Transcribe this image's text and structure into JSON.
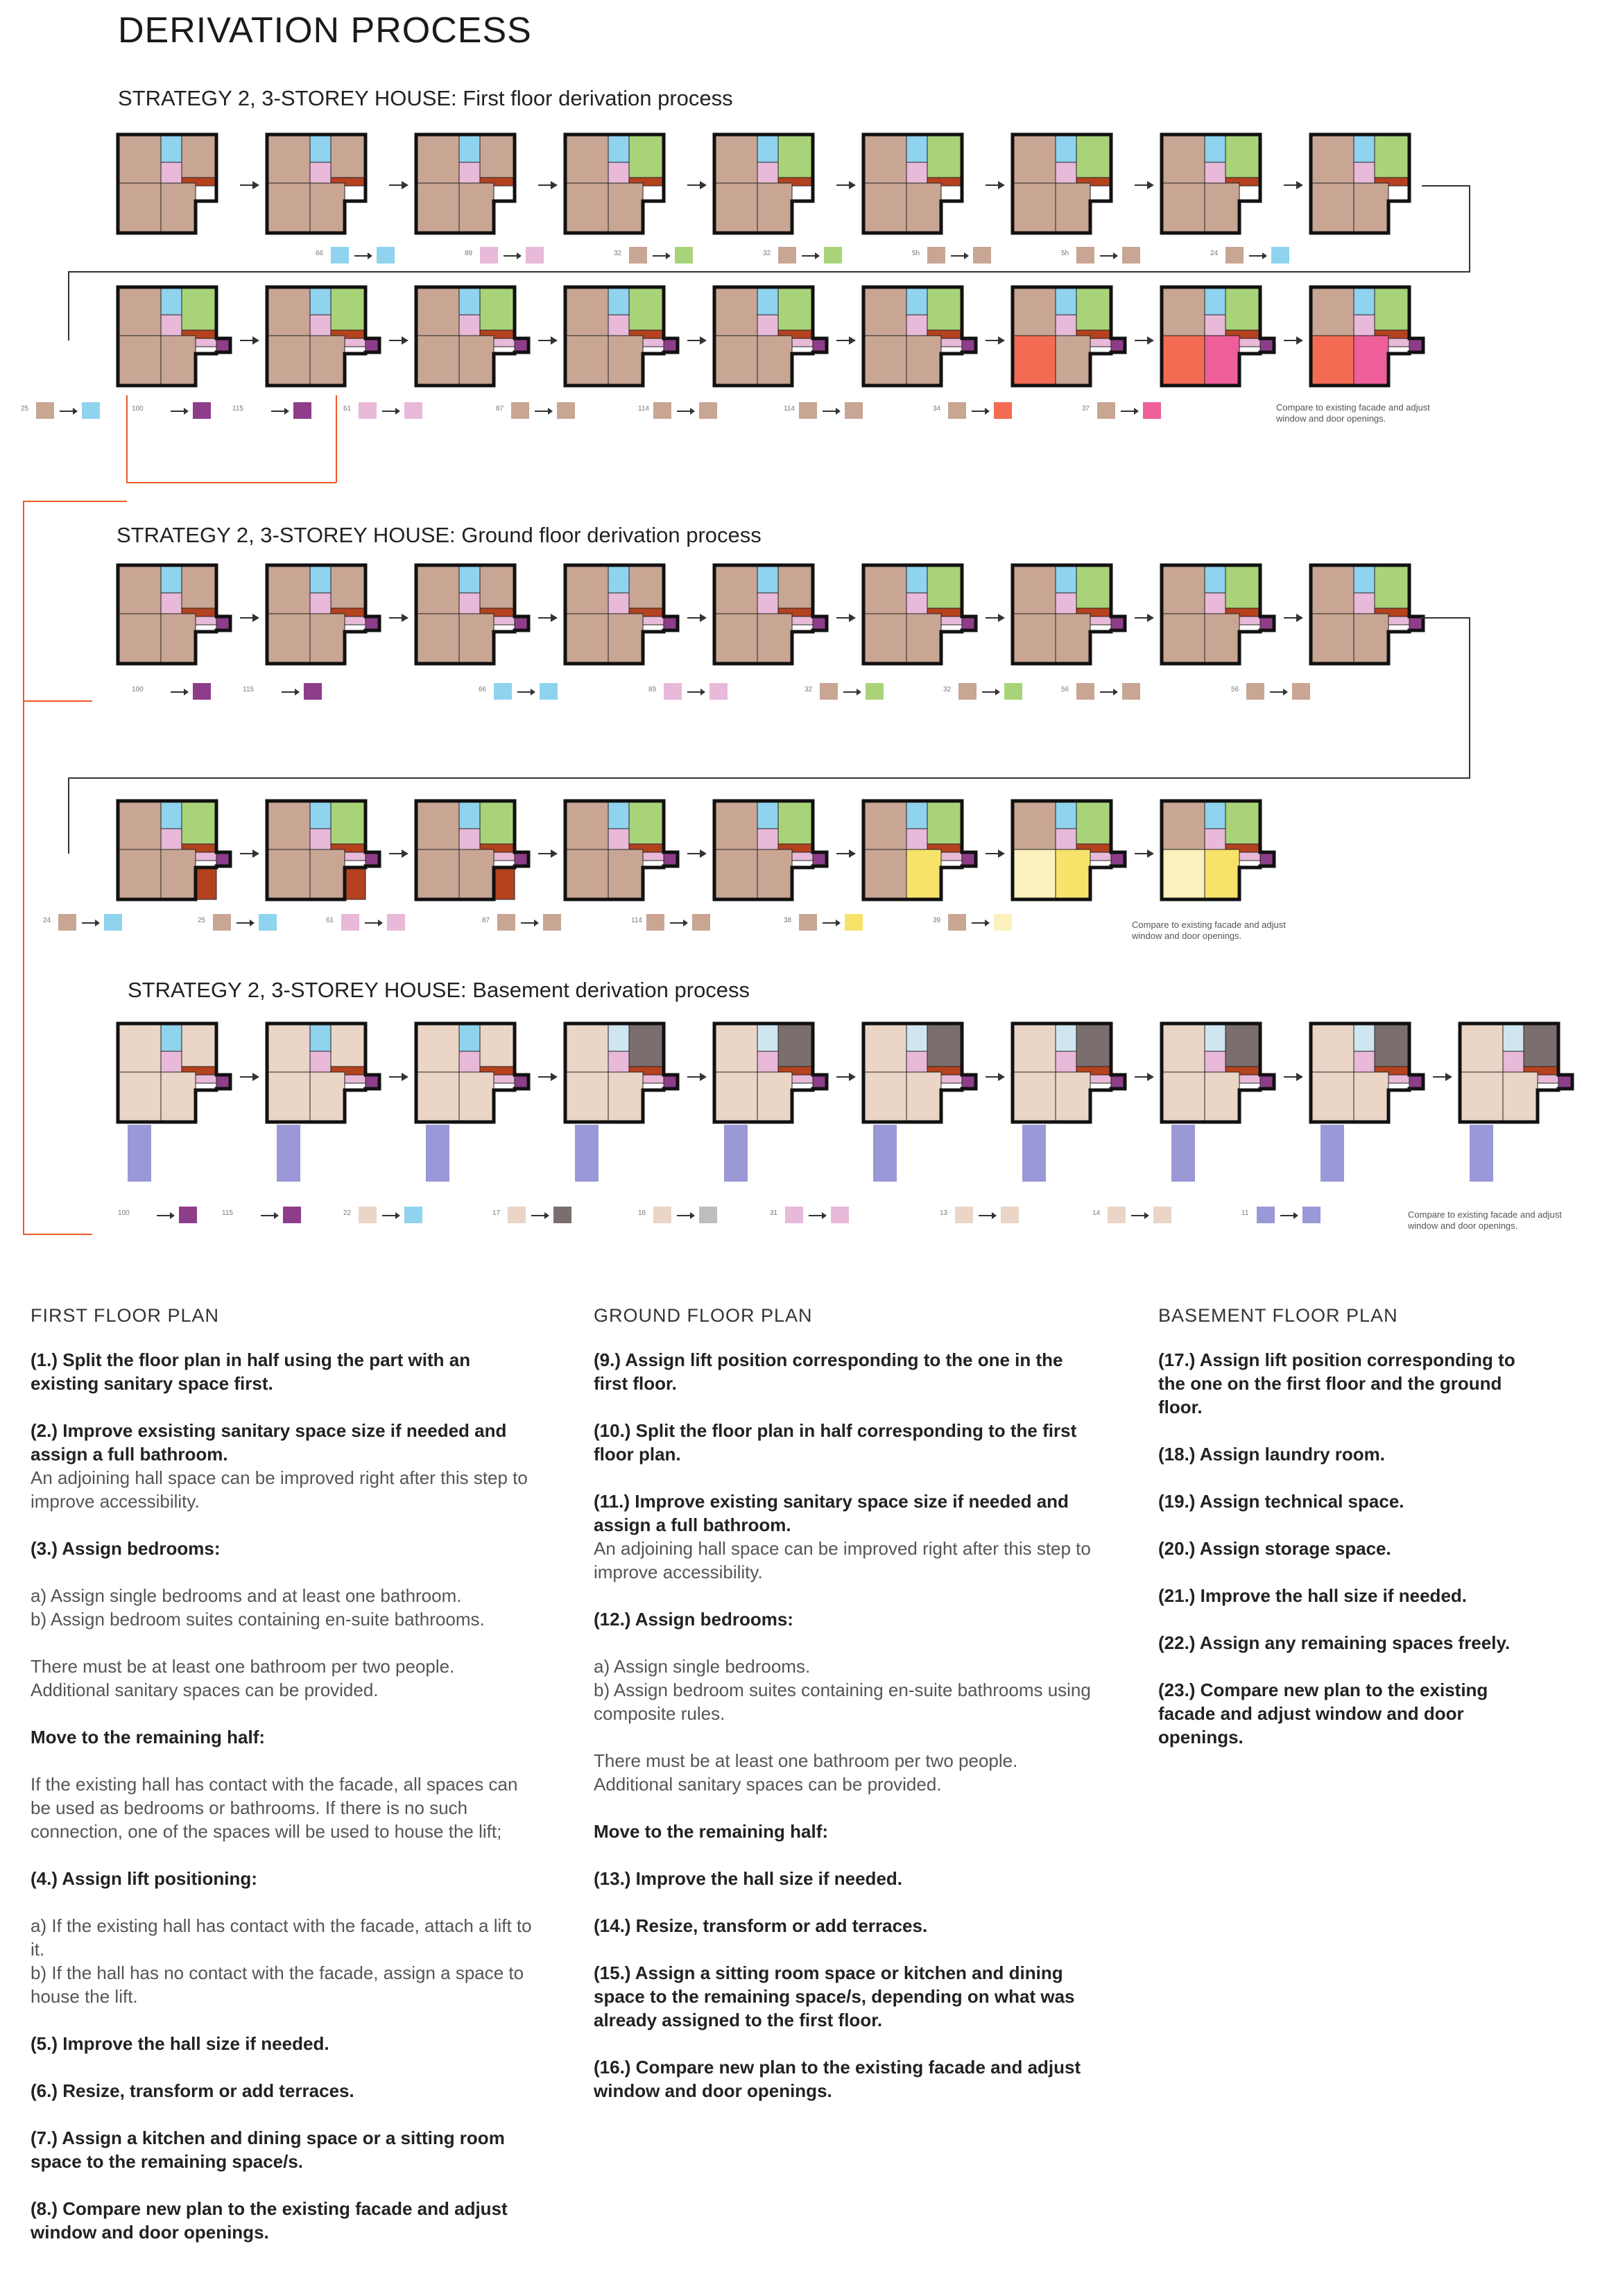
{
  "page_title": "DERIVATION PROCESS",
  "sections": {
    "first_floor_title": "STRATEGY 2, 3-STOREY HOUSE: First floor derivation process",
    "ground_floor_title": "STRATEGY 2, 3-STOREY HOUSE: Ground floor derivation process",
    "basement_title": "STRATEGY 2, 3-STOREY HOUSE: Basement derivation process"
  },
  "compare_note": "Compare to existing facade and adjust window and door openings.",
  "first_floor_row1_numbers": [
    "66",
    "89",
    "32",
    "32",
    "5h",
    "5h",
    "24"
  ],
  "first_floor_row2_numbers": [
    "25",
    "100",
    "115",
    "61",
    "87",
    "114",
    "114",
    "34",
    "37"
  ],
  "ground_floor_row1_numbers": [
    "100",
    "115",
    "66",
    "89",
    "32",
    "32",
    "56",
    "56"
  ],
  "ground_floor_row2_numbers": [
    "24",
    "25",
    "61",
    "87",
    "114",
    "38",
    "39"
  ],
  "basement_numbers": [
    "100",
    "115",
    "22",
    "17",
    "16",
    "31",
    "13",
    "14",
    "11"
  ],
  "colors": {
    "bedroom": "#c9a594",
    "sanitary": "#8fd3ee",
    "living": "#a9d378",
    "hall": "#e8b9d8",
    "stair": "#b5421e",
    "lift": "#8e3d8a",
    "kitchen_red": "#f26b52",
    "pink": "#ee5f9a",
    "yellow": "#f7e36a",
    "pale_yellow": "#fbf1bd",
    "basement": "#ead5c7",
    "storage_purple": "#9a98d6",
    "grey": "#bdbdbd",
    "dark_grey": "#7b6e6e"
  },
  "first_floor_plan": {
    "heading": "FIRST FLOOR PLAN",
    "steps": [
      {
        "bold": "(1.)  Split the floor plan in half using the part with an existing sanitary space first.",
        "plain": ""
      },
      {
        "bold": "(2.) Improve exsisting sanitary space size if needed and assign a full bathroom.",
        "plain": "An adjoining hall space can be improved right after this step to improve accessibility."
      },
      {
        "bold": "(3.) Assign bedrooms:",
        "plain": ""
      },
      {
        "bold": "",
        "plain": "a) Assign single bedrooms and at least one bathroom.\nb) Assign bedroom suites containing en-suite bathrooms."
      },
      {
        "bold": "",
        "plain": "There must be at least one bathroom per two people.\nAdditional sanitary spaces can be provided."
      },
      {
        "bold": "Move to the remaining half:",
        "plain": ""
      },
      {
        "bold": "",
        "plain": "If the existing hall has contact with the facade, all spaces can be used as bedrooms or bathrooms. If there is no such connection, one of the spaces will be used to house the lift;"
      },
      {
        "bold": "(4.) Assign lift positioning:",
        "plain": ""
      },
      {
        "bold": "",
        "plain": "a) If the existing hall has contact with the facade, attach a lift to it.\nb) If the hall has no contact with the facade, assign a space to house the lift."
      },
      {
        "bold": "(5.) Improve the hall size if needed.",
        "plain": ""
      },
      {
        "bold": "(6.) Resize, transform or add terraces.",
        "plain": ""
      },
      {
        "bold": "(7.) Assign a kitchen and dining space or a sitting room space to the remaining space/s.",
        "plain": ""
      },
      {
        "bold": "(8.) Compare new plan to the existing facade and adjust window and door openings.",
        "plain": ""
      }
    ]
  },
  "ground_floor_plan": {
    "heading": "GROUND FLOOR PLAN",
    "steps": [
      {
        "bold": "(9.) Assign lift position corresponding to the one in the first floor.",
        "plain": ""
      },
      {
        "bold": "(10.)  Split the floor plan in half corresponding to the first floor plan.",
        "plain": ""
      },
      {
        "bold": "(11.) Improve existing sanitary space size if needed and assign a full bathroom.",
        "plain": "An adjoining hall space can be improved right after this step to improve accessibility."
      },
      {
        "bold": "(12.) Assign bedrooms:",
        "plain": ""
      },
      {
        "bold": "",
        "plain": "a) Assign single bedrooms.\nb) Assign bedroom suites containing en-suite bathrooms using composite rules."
      },
      {
        "bold": "",
        "plain": "There must be at least one bathroom per two people.\nAdditional sanitary spaces can be provided."
      },
      {
        "bold": "Move to the remaining half:",
        "plain": ""
      },
      {
        "bold": "(13.) Improve the hall size if needed.",
        "plain": ""
      },
      {
        "bold": "(14.) Resize, transform or add terraces.",
        "plain": ""
      },
      {
        "bold": "(15.) Assign a sitting room space or kitchen and dining space to the remaining space/s, depending on what was already assigned to the first floor.",
        "plain": ""
      },
      {
        "bold": "(16.) Compare new plan to the existing facade and adjust window and door openings.",
        "plain": ""
      }
    ]
  },
  "basement_floor_plan": {
    "heading": "BASEMENT FLOOR PLAN",
    "steps": [
      {
        "bold": "(17.) Assign lift position corresponding to the one on the first floor and the ground floor.",
        "plain": ""
      },
      {
        "bold": "(18.) Assign laundry room.",
        "plain": ""
      },
      {
        "bold": "(19.) Assign technical space.",
        "plain": ""
      },
      {
        "bold": "(20.) Assign storage space.",
        "plain": ""
      },
      {
        "bold": "(21.) Improve the hall size if needed.",
        "plain": ""
      },
      {
        "bold": "(22.) Assign any remaining spaces freely.",
        "plain": ""
      },
      {
        "bold": "(23.) Compare new plan to the existing facade and adjust window and door openings.",
        "plain": ""
      }
    ]
  }
}
